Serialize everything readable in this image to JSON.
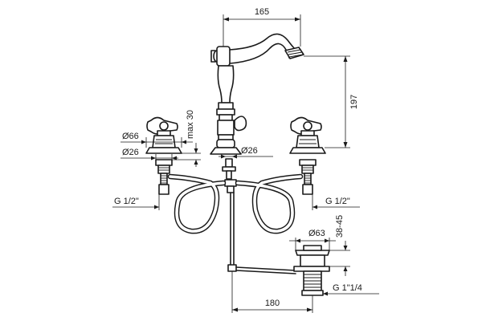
{
  "labels": {
    "spout_reach": "165",
    "height": "197",
    "max_thickness": "max 30",
    "handle_diameter": "Ø66",
    "left_shank_diameter": "Ø26",
    "center_shank_diameter": "Ø26",
    "left_thread": "G 1/2\"",
    "right_thread": "G 1/2\"",
    "drain_diameter": "Ø63",
    "drain_thickness": "38-45",
    "drain_thread": "G 1\"1/4",
    "drain_offset": "180"
  },
  "colors": {
    "line": "#1a1a1a",
    "background": "#ffffff"
  }
}
